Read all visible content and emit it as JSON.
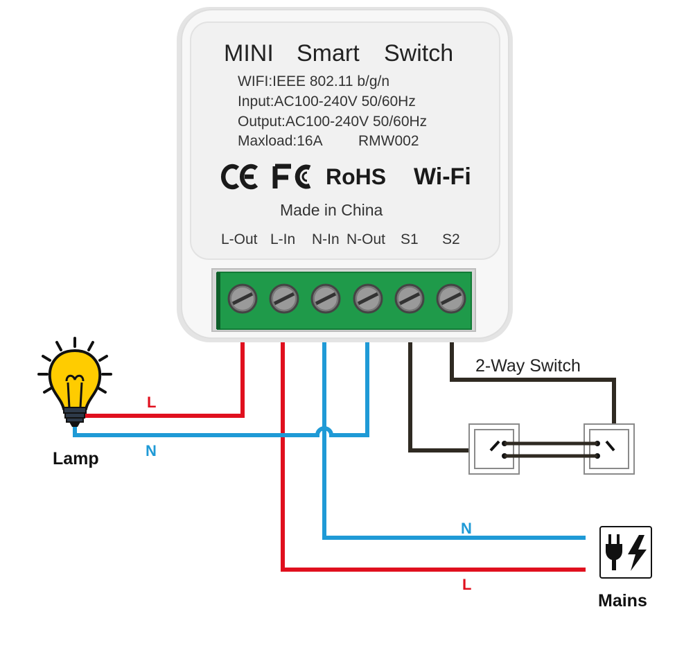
{
  "device": {
    "title_words": [
      "MINI",
      "Smart",
      "Switch"
    ],
    "specs": [
      "WIFI:IEEE 802.11 b/g/n",
      "Input:AC100-240V 50/60Hz",
      "Output:AC100-240V 50/60Hz",
      "Maxload:16A"
    ],
    "model": "RMW002",
    "certifications": [
      "CE",
      "FC",
      "RoHS",
      "Wi-Fi"
    ],
    "made_in": "Made in China",
    "terminals": [
      "L-Out",
      "L-In",
      "N-In",
      "N-Out",
      "S1",
      "S2"
    ]
  },
  "wire_labels": {
    "lamp_live": "L",
    "lamp_neutral": "N",
    "mains_neutral": "N",
    "mains_live": "L"
  },
  "switch_label": "2-Way Switch",
  "lamp_label": "Lamp",
  "mains_label": "Mains",
  "colors": {
    "live": "#e0101e",
    "neutral": "#1f9ad6",
    "switch_wire": "#2f2a22",
    "terminal_green": "#1f9a4a",
    "device_body": "#f7f7f7",
    "bulb_yellow": "#ffcc00"
  },
  "icons": [
    "lightbulb-icon",
    "plug-lightning-icon",
    "ce-mark-icon",
    "fcc-mark-icon"
  ]
}
